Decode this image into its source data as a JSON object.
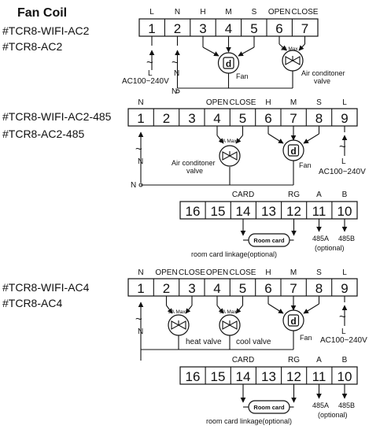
{
  "title": "Fan Coil",
  "section1": {
    "models": [
      "#TCR8-WIFI-AC2",
      "#TCR8-AC2"
    ],
    "terminals": [
      {
        "num": "1",
        "label": "L"
      },
      {
        "num": "2",
        "label": "N"
      },
      {
        "num": "3",
        "label": "H"
      },
      {
        "num": "4",
        "label": "M"
      },
      {
        "num": "5",
        "label": "S"
      },
      {
        "num": "6",
        "label": "OPEN"
      },
      {
        "num": "7",
        "label": "CLOSE"
      }
    ],
    "l_label": "L",
    "n_label": "N",
    "power_label": "AC100~240V",
    "fan_label": "Fan",
    "valve_rating": "3A Max",
    "valve_label_line1": "Air conditoner",
    "valve_label_line2": "valve"
  },
  "section2": {
    "models": [
      "#TCR8-WIFI-AC2-485",
      "#TCR8-AC2-485"
    ],
    "terminals": [
      {
        "num": "1",
        "label": "N"
      },
      {
        "num": "2",
        "label": ""
      },
      {
        "num": "3",
        "label": ""
      },
      {
        "num": "4",
        "label": "OPEN"
      },
      {
        "num": "5",
        "label": "CLOSE"
      },
      {
        "num": "6",
        "label": "H"
      },
      {
        "num": "7",
        "label": "M"
      },
      {
        "num": "8",
        "label": "S"
      },
      {
        "num": "9",
        "label": "L"
      }
    ],
    "n_label": "N",
    "l_label": "L",
    "power_label": "AC100~240V",
    "fan_label": "Fan",
    "valve_rating": "3A Max",
    "valve_label_line1": "Air conditoner",
    "valve_label_line2": "valve",
    "card_terminals": [
      {
        "num": "16",
        "label": ""
      },
      {
        "num": "15",
        "label": ""
      },
      {
        "num": "14",
        "label": "CARD"
      },
      {
        "num": "13",
        "label": ""
      },
      {
        "num": "12",
        "label": "RG"
      },
      {
        "num": "11",
        "label": "A"
      },
      {
        "num": "10",
        "label": "B"
      }
    ],
    "room_card_label": "Room card",
    "rs485a": "485A",
    "rs485b": "485B",
    "optional": "(optional)",
    "linkage_label": "room card linkage(optional)"
  },
  "section3": {
    "models": [
      "#TCR8-WIFI-AC4",
      "#TCR8-AC4"
    ],
    "terminals": [
      {
        "num": "1",
        "label": "N"
      },
      {
        "num": "2",
        "label": "OPEN"
      },
      {
        "num": "3",
        "label": "CLOSE"
      },
      {
        "num": "4",
        "label": "OPEN"
      },
      {
        "num": "5",
        "label": "CLOSE"
      },
      {
        "num": "6",
        "label": "H"
      },
      {
        "num": "7",
        "label": "M"
      },
      {
        "num": "8",
        "label": "S"
      },
      {
        "num": "9",
        "label": "L"
      }
    ],
    "n_label": "N",
    "l_label": "L",
    "power_label": "AC100~240V",
    "fan_label": "Fan",
    "valve_rating": "3A Max",
    "heat_valve": "heat valve",
    "cool_valve": "cool valve",
    "card_terminals": [
      {
        "num": "16",
        "label": ""
      },
      {
        "num": "15",
        "label": ""
      },
      {
        "num": "14",
        "label": "CARD"
      },
      {
        "num": "13",
        "label": ""
      },
      {
        "num": "12",
        "label": "RG"
      },
      {
        "num": "11",
        "label": "A"
      },
      {
        "num": "10",
        "label": "B"
      }
    ],
    "room_card_label": "Room card",
    "rs485a": "485A",
    "rs485b": "485B",
    "optional": "(optional)",
    "linkage_label": "room card linkage(optional)"
  }
}
